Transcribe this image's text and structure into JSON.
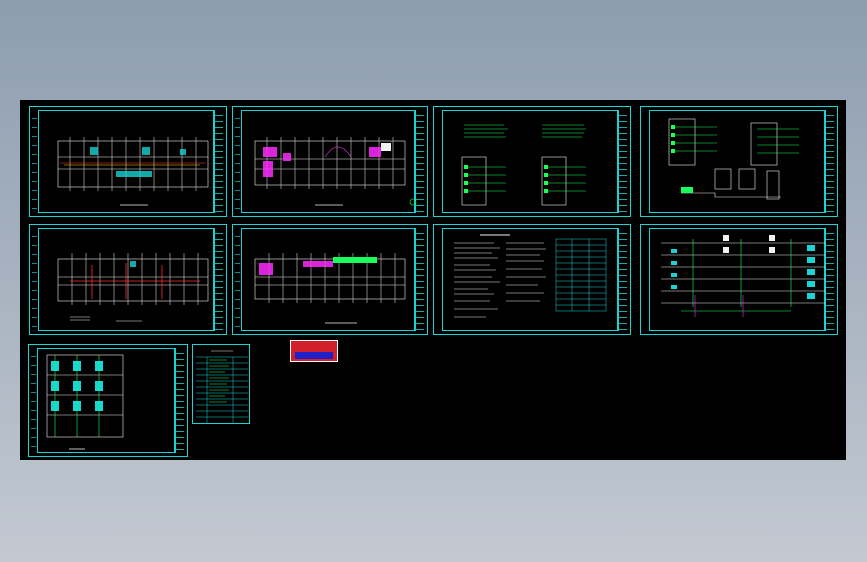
{
  "viewer": {
    "background": "#8d9db0",
    "canvas_color": "#000000",
    "sheet_border_color": "#19d4d4"
  },
  "sheets": [
    {
      "id": "floor-plan-1",
      "kind": "floor-plan"
    },
    {
      "id": "floor-plan-2",
      "kind": "floor-plan-colored"
    },
    {
      "id": "distribution-box-1",
      "kind": "panel-schedule"
    },
    {
      "id": "distribution-box-2",
      "kind": "panel-schedule"
    },
    {
      "id": "floor-plan-3",
      "kind": "floor-plan-red"
    },
    {
      "id": "floor-plan-4",
      "kind": "floor-plan-magenta"
    },
    {
      "id": "design-notes",
      "kind": "notes-table"
    },
    {
      "id": "riser-diagram",
      "kind": "riser"
    },
    {
      "id": "system-diagram",
      "kind": "system"
    },
    {
      "id": "drawing-index",
      "kind": "index-table"
    }
  ],
  "stamp": {
    "text": "",
    "color": "#d2202a"
  }
}
